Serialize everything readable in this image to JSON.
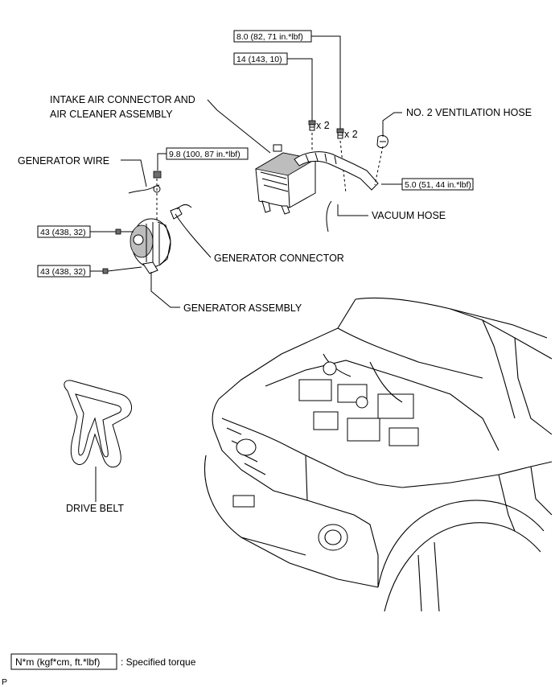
{
  "torques": {
    "t1": "8.0 (82, 71 in.*lbf)",
    "t2": "14 (143, 10)",
    "t3": "9.8 (100, 87 in.*lbf)",
    "t4": "5.0 (51, 44 in.*lbf)",
    "t5": "43 (438, 32)",
    "t6": "43 (438, 32)"
  },
  "labels": {
    "intake_line1": "INTAKE AIR CONNECTOR AND",
    "intake_line2": "AIR CLEANER ASSEMBLY",
    "ventilation_hose": "NO. 2 VENTILATION HOSE",
    "generator_wire": "GENERATOR WIRE",
    "vacuum_hose": "VACUUM HOSE",
    "generator_connector": "GENERATOR CONNECTOR",
    "generator_assembly": "GENERATOR ASSEMBLY",
    "drive_belt": "DRIVE BELT",
    "qty_a": "x 2",
    "qty_b": "x 2"
  },
  "legend": {
    "unit_box": "N*m (kgf*cm, ft.*lbf)",
    "description": ": Specified torque"
  },
  "corner_mark": "P"
}
